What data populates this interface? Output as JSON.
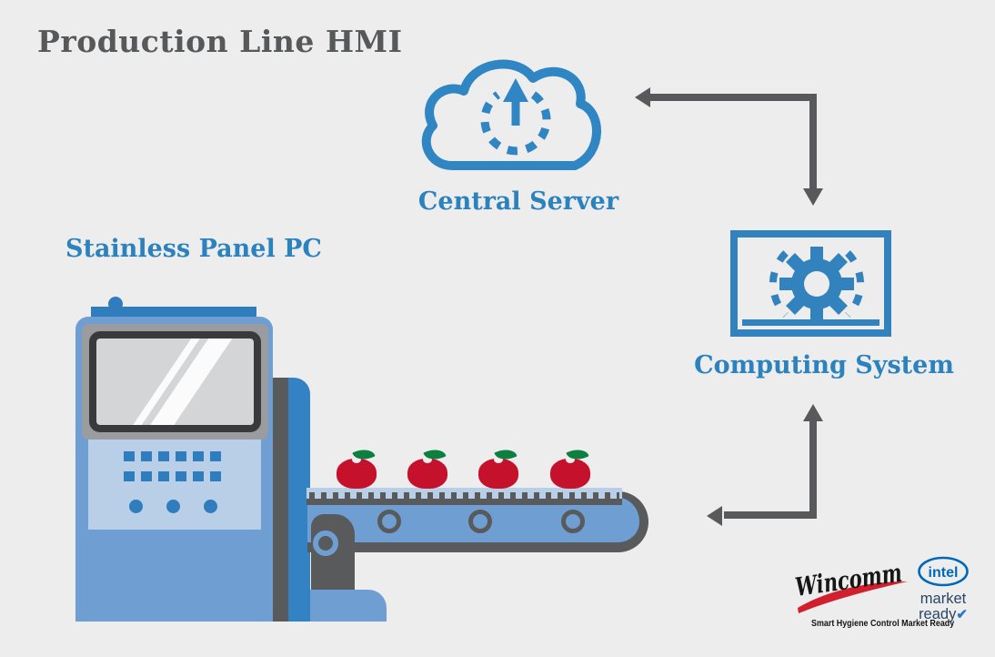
{
  "title": "Production Line HMI",
  "labels": {
    "panel_pc": "Stainless Panel PC",
    "central_server": "Central Server",
    "computing_system": "Computing System"
  },
  "branding": {
    "wincomm": "Wincomm",
    "intel": "intel",
    "market": "market",
    "ready": "ready",
    "check": "✔",
    "tagline": "Smart Hygiene Control Market Ready"
  },
  "icons": {
    "cloud_upload_icon": "cloud with dashed circle and up arrow",
    "monitor_gear_icon": "monitor with gear and dashed arcs",
    "check_icon": "✔"
  },
  "conveyor": {
    "apples": 4,
    "rollers": 3,
    "keypad_square_buttons": 12,
    "keypad_round_buttons": 3
  },
  "colors": {
    "background": "#ededee",
    "title_gray": "#57585a",
    "accent_blue": "#2c82bd",
    "icon_blue": "#3182bd",
    "body_blue": "#6f9ed2",
    "light_blue": "#b9cfe8",
    "dark_blue": "#2f7dbc",
    "column_blue": "#3383c4",
    "machine_gray": "#595a5c",
    "apple_red": "#c5112b",
    "leaf_green": "#0d8040",
    "intel_blue": "#0068b5",
    "swoosh_red": "#d21f2e"
  }
}
